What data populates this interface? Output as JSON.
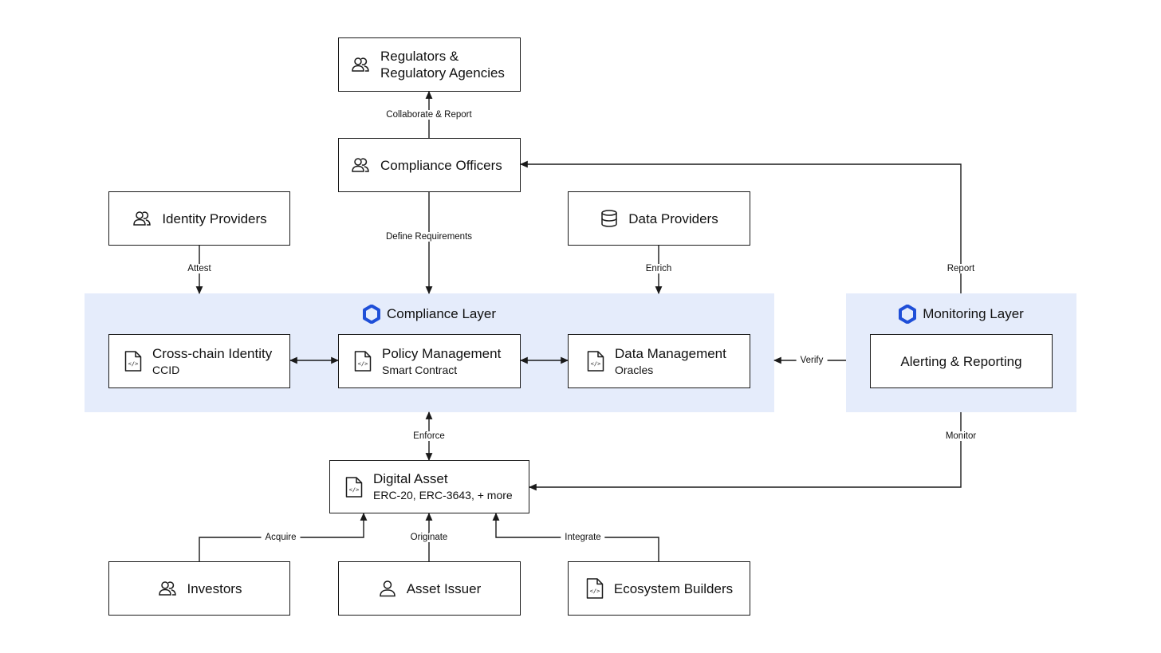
{
  "layers": {
    "compliance": {
      "title": "Compliance Layer"
    },
    "monitoring": {
      "title": "Monitoring Layer"
    }
  },
  "nodes": {
    "regulators": {
      "line1": "Regulators &",
      "line2": "Regulatory Agencies",
      "icon": "users-icon"
    },
    "compliance_officers": {
      "title": "Compliance Officers",
      "icon": "users-icon"
    },
    "identity_providers": {
      "title": "Identity Providers",
      "icon": "users-icon"
    },
    "data_providers": {
      "title": "Data Providers",
      "icon": "database-icon"
    },
    "cross_chain_identity": {
      "title": "Cross-chain Identity",
      "subtitle": "CCID",
      "icon": "code-file-icon"
    },
    "policy_management": {
      "title": "Policy Management",
      "subtitle": "Smart Contract",
      "icon": "code-file-icon"
    },
    "data_management": {
      "title": "Data Management",
      "subtitle": "Oracles",
      "icon": "code-file-icon"
    },
    "alerting_reporting": {
      "title": "Alerting & Reporting"
    },
    "digital_asset": {
      "title": "Digital Asset",
      "subtitle": "ERC-20, ERC-3643, + more",
      "icon": "code-file-icon"
    },
    "investors": {
      "title": "Investors",
      "icon": "users-icon"
    },
    "asset_issuer": {
      "title": "Asset Issuer",
      "icon": "user-icon"
    },
    "ecosystem_builders": {
      "title": "Ecosystem Builders",
      "icon": "code-file-icon"
    }
  },
  "edges": {
    "collaborate_report": "Collaborate & Report",
    "define_requirements": "Define Requirements",
    "attest": "Attest",
    "enrich": "Enrich",
    "report": "Report",
    "verify": "Verify",
    "enforce": "Enforce",
    "monitor": "Monitor",
    "acquire": "Acquire",
    "originate": "Originate",
    "integrate": "Integrate"
  },
  "colors": {
    "layer_background": "#e5ecfb",
    "hexagon_accent": "#1f4fd8",
    "line": "#1a1a1a"
  }
}
